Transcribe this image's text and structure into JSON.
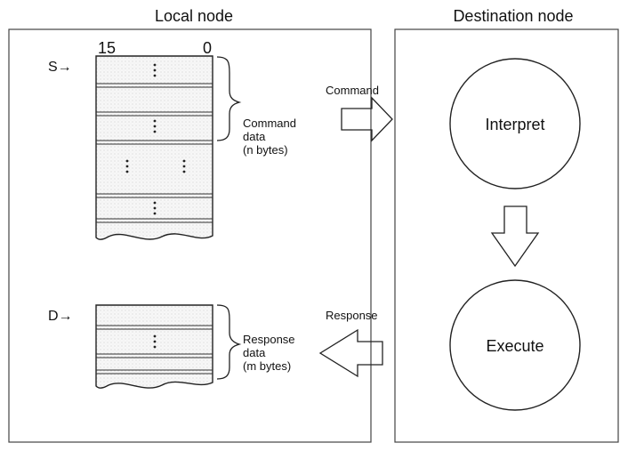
{
  "diagram": {
    "local_title": "Local node",
    "destination_title": "Destination node",
    "bit_high": "15",
    "bit_low": "0",
    "source_pointer": "S→",
    "dest_pointer": "D→",
    "command_label": "Command",
    "response_label": "Response",
    "command_data": [
      "Command",
      "data",
      "(n bytes)"
    ],
    "response_data": [
      "Response",
      "data",
      "(m bytes)"
    ],
    "interpret": "Interpret",
    "execute": "Execute"
  }
}
